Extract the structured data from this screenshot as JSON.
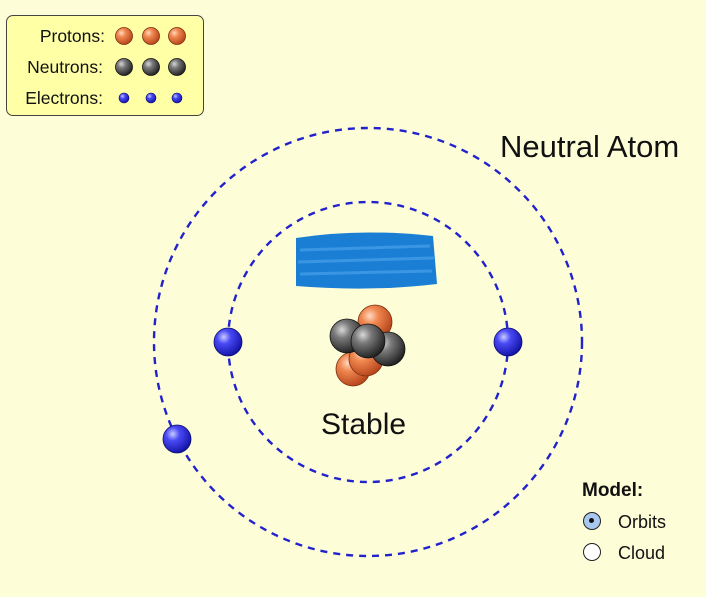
{
  "legend": {
    "protons_label": "Protons:",
    "neutrons_label": "Neutrons:",
    "electrons_label": "Electrons:",
    "proton_count": 3,
    "neutron_count": 3,
    "electron_count": 3
  },
  "atom": {
    "charge_label": "Neutral Atom",
    "stability_label": "Stable",
    "redacted_element_name": true
  },
  "model": {
    "heading": "Model:",
    "options": [
      {
        "label": "Orbits",
        "selected": true
      },
      {
        "label": "Cloud",
        "selected": false
      }
    ]
  },
  "colors": {
    "background": "#fdfdd8",
    "legend_background": "#ffffa6",
    "orbit": "#2222cc",
    "proton": "#e86a3a",
    "neutron": "#555555",
    "electron": "#3333ee",
    "redaction": "#1a7fd4"
  },
  "icons": {
    "proton": "proton-sphere-icon",
    "neutron": "neutron-sphere-icon",
    "electron": "electron-sphere-icon"
  }
}
